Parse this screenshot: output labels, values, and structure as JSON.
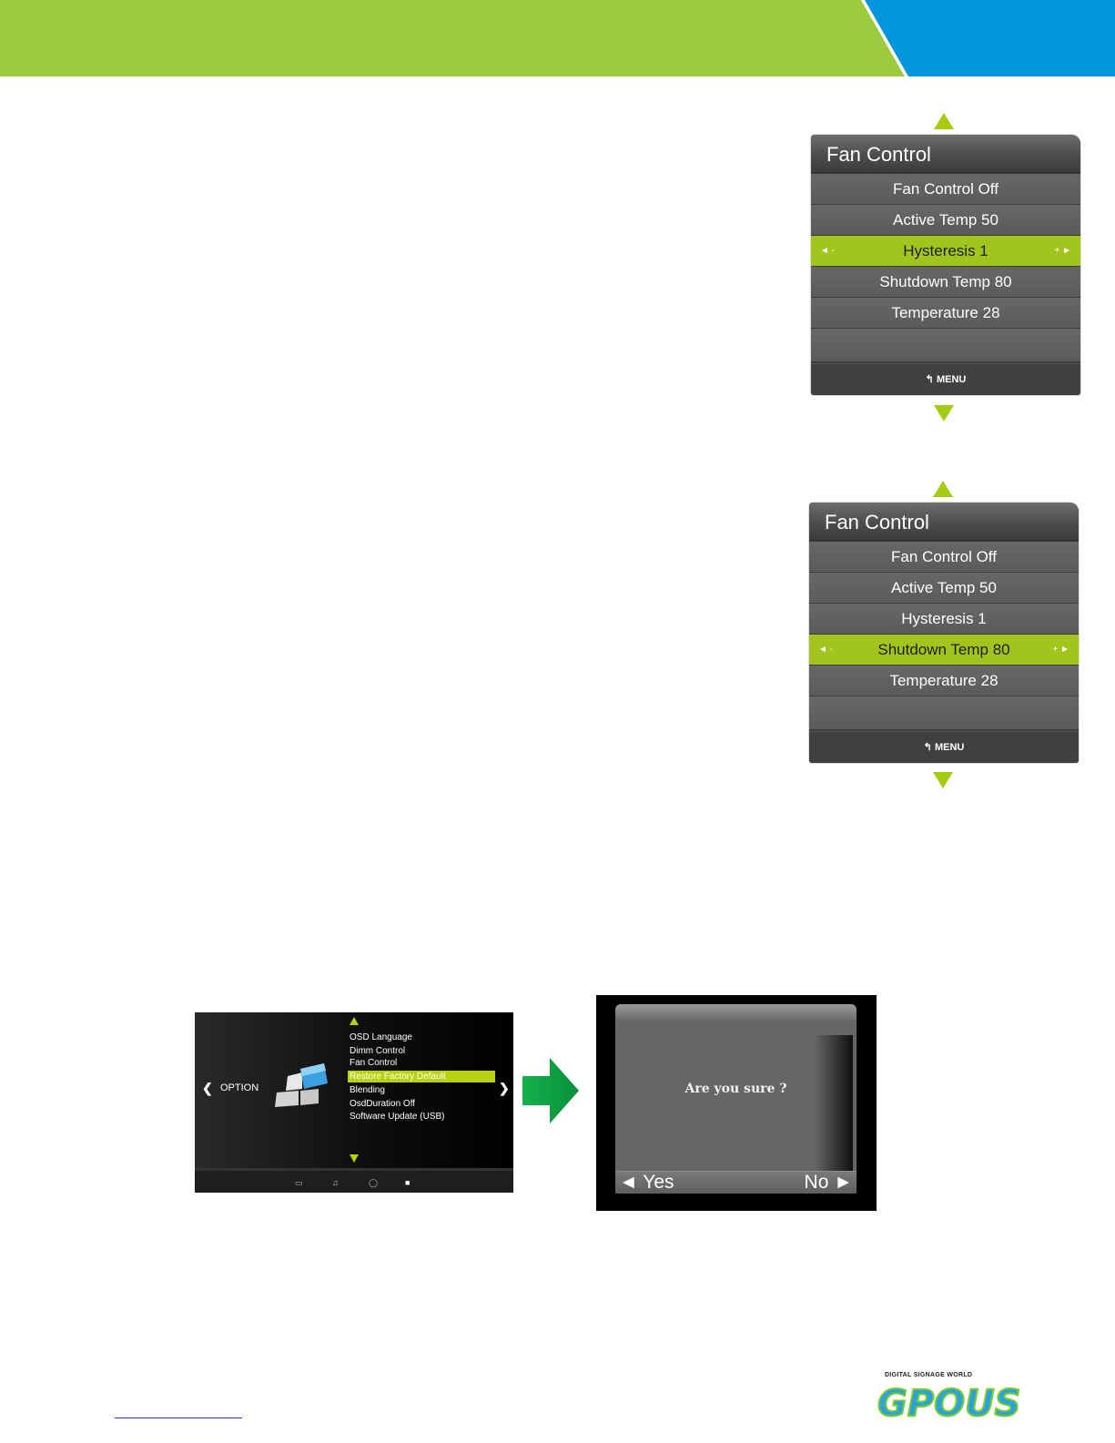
{
  "colors": {
    "header_green": "#9ccb3d",
    "header_blue": "#0095dd",
    "accent_green": "#a5cc12",
    "panel_dark": "#3e3e3e",
    "panel_row": "#5f5f5f",
    "selected_row": "#a2c51d"
  },
  "fan_panel_top": {
    "title": "Fan Control",
    "rows": [
      {
        "label": "Fan Control Off"
      },
      {
        "label": "Active Temp  50"
      },
      {
        "label": "Hysteresis  1",
        "selected": true
      },
      {
        "label": "Shutdown Temp  80"
      },
      {
        "label": "Temperature  28"
      }
    ],
    "adjust_left": "◄  -",
    "adjust_right": "+  ►",
    "footer": "MENU",
    "footer_icon": "return-icon"
  },
  "fan_panel_bottom": {
    "title": "Fan Control",
    "rows": [
      {
        "label": "Fan Control Off"
      },
      {
        "label": "Active Temp  50"
      },
      {
        "label": "Hysteresis  1"
      },
      {
        "label": "Shutdown Temp  80",
        "selected": true
      },
      {
        "label": "Temperature  28"
      }
    ],
    "adjust_left": "◄  -",
    "adjust_right": "+  ►",
    "footer": "MENU",
    "footer_icon": "return-icon"
  },
  "option_menu": {
    "label": "OPTION",
    "left_chevron": "❮",
    "right_chevron": "❯",
    "items": [
      "OSD Language",
      "Dimm Control",
      "Fan Control",
      "Restore Factory Default",
      "Blending",
      "OsdDuration Off",
      "Software Update (USB)"
    ],
    "selected_item": "Restore Factory Default",
    "bottom_icons": [
      "monitor-icon",
      "music-icon",
      "clock-icon",
      "grid-icon"
    ]
  },
  "confirm_dialog": {
    "message": "Are you sure ?",
    "yes_label": "◄ Yes",
    "no_label": "No ►"
  },
  "brand": {
    "tagline": "DIGITAL SIGNAGE WORLD",
    "logo": "GPOUS"
  }
}
